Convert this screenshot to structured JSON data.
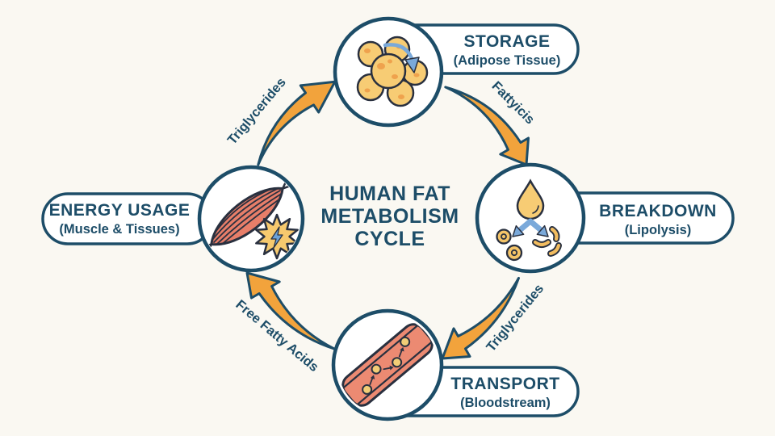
{
  "colors": {
    "background": "#faf8f2",
    "navy": "#1d4d68",
    "icon_outline": "#29303f",
    "arrow_orange": "#f2a33c",
    "cell_yellow": "#f7cc74",
    "spot_orange": "#efa24d",
    "vessel_salmon": "#ec8a72",
    "accent_blue": "#7aa9da",
    "node_fill": "#ffffff"
  },
  "title": {
    "line1": "HUMAN FAT",
    "line2": "METABOLISM",
    "line3": "CYCLE"
  },
  "nodes": {
    "storage": {
      "label": "STORAGE",
      "sublabel": "(Adipose Tissue)",
      "icon": "fat-cells-icon"
    },
    "breakdown": {
      "label": "BREAKDOWN",
      "sublabel": "(Lipolysis)",
      "icon": "droplet-split-icon"
    },
    "transport": {
      "label": "TRANSPORT",
      "sublabel": "(Bloodstream)",
      "icon": "blood-vessel-icon"
    },
    "energy": {
      "label": "ENERGY USAGE",
      "sublabel": "(Muscle & Tissues)",
      "icon": "muscle-energy-icon"
    }
  },
  "arrows": {
    "energy_to_storage": {
      "label": "Triglycerides"
    },
    "storage_to_breakdown": {
      "label": "Fattyicis"
    },
    "breakdown_to_transport": {
      "label": "Triglycerides"
    },
    "transport_to_energy": {
      "label": "Free Fatty Acids"
    }
  }
}
